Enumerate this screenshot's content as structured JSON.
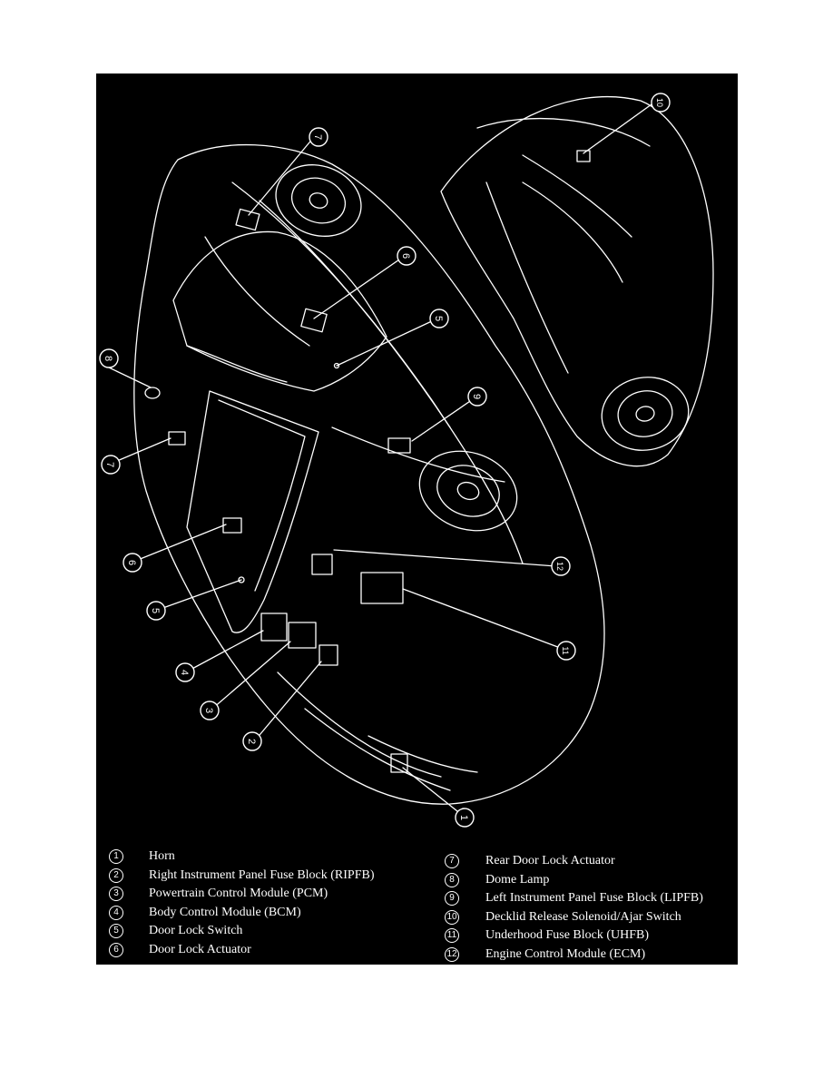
{
  "diagram": {
    "callouts": [
      "1",
      "2",
      "3",
      "4",
      "5",
      "6",
      "7",
      "8",
      "9",
      "10",
      "11",
      "12"
    ],
    "legend_left": [
      {
        "num": "1",
        "label": "Horn"
      },
      {
        "num": "2",
        "label": "Right Instrument Panel Fuse Block (RIPFB)"
      },
      {
        "num": "3",
        "label": "Powertrain Control Module (PCM)"
      },
      {
        "num": "4",
        "label": "Body Control Module (BCM)"
      },
      {
        "num": "5",
        "label": "Door Lock Switch"
      },
      {
        "num": "6",
        "label": "Door Lock Actuator"
      }
    ],
    "legend_right": [
      {
        "num": "7",
        "label": "Rear Door Lock Actuator"
      },
      {
        "num": "8",
        "label": "Dome Lamp"
      },
      {
        "num": "9",
        "label": "Left Instrument Panel Fuse Block (LIPFB)"
      },
      {
        "num": "10",
        "label": "Decklid Release Solenoid/Ajar Switch"
      },
      {
        "num": "11",
        "label": "Underhood Fuse Block (UHFB)"
      },
      {
        "num": "12",
        "label": "Engine Control Module (ECM)"
      }
    ],
    "colors": {
      "background": "#000000",
      "line": "#ffffff",
      "page": "#ffffff"
    }
  }
}
